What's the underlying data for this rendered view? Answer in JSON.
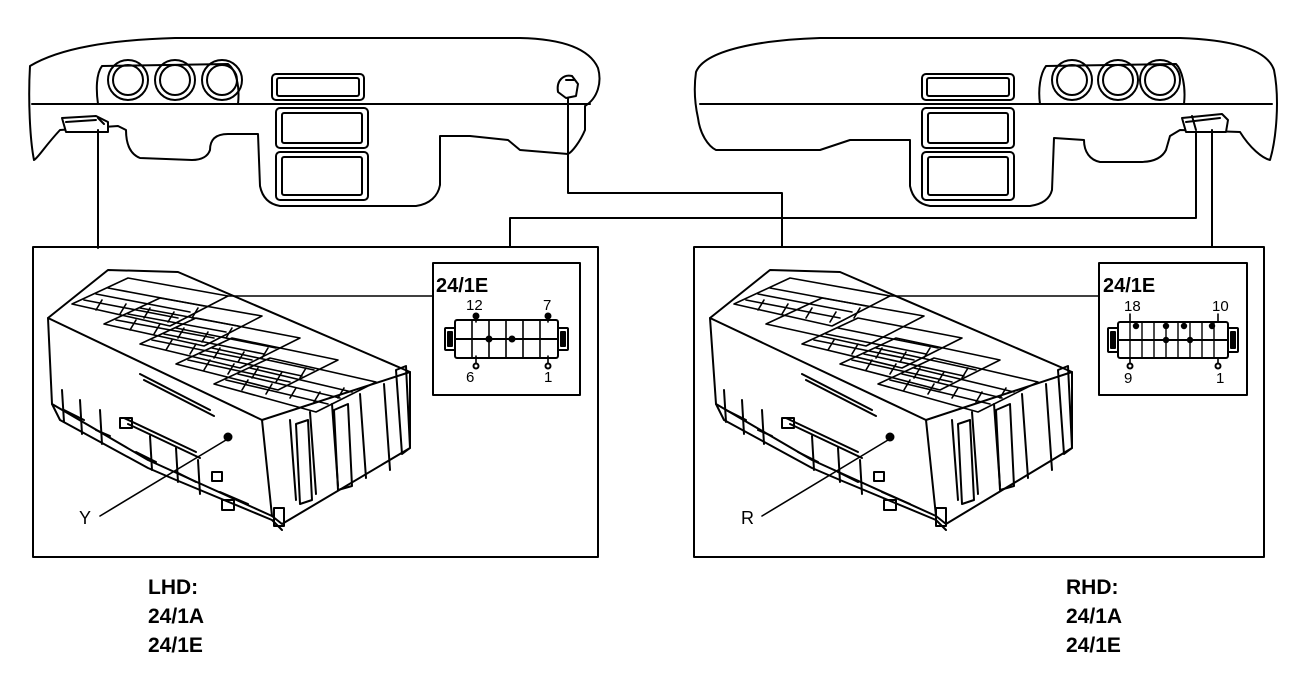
{
  "left_panel": {
    "connector_title": "24/1E",
    "pin_top_left": "12",
    "pin_top_right": "7",
    "pin_bottom_left": "6",
    "pin_bottom_right": "1",
    "callout": "Y",
    "caption_line1": "LHD:",
    "caption_line2": "24/1A",
    "caption_line3": "24/1E"
  },
  "right_panel": {
    "connector_title": "24/1E",
    "pin_top_left": "18",
    "pin_top_right": "10",
    "pin_bottom_left": "9",
    "pin_bottom_right": "1",
    "callout": "R",
    "caption_line1": "RHD:",
    "caption_line2": "24/1A",
    "caption_line3": "24/1E"
  }
}
